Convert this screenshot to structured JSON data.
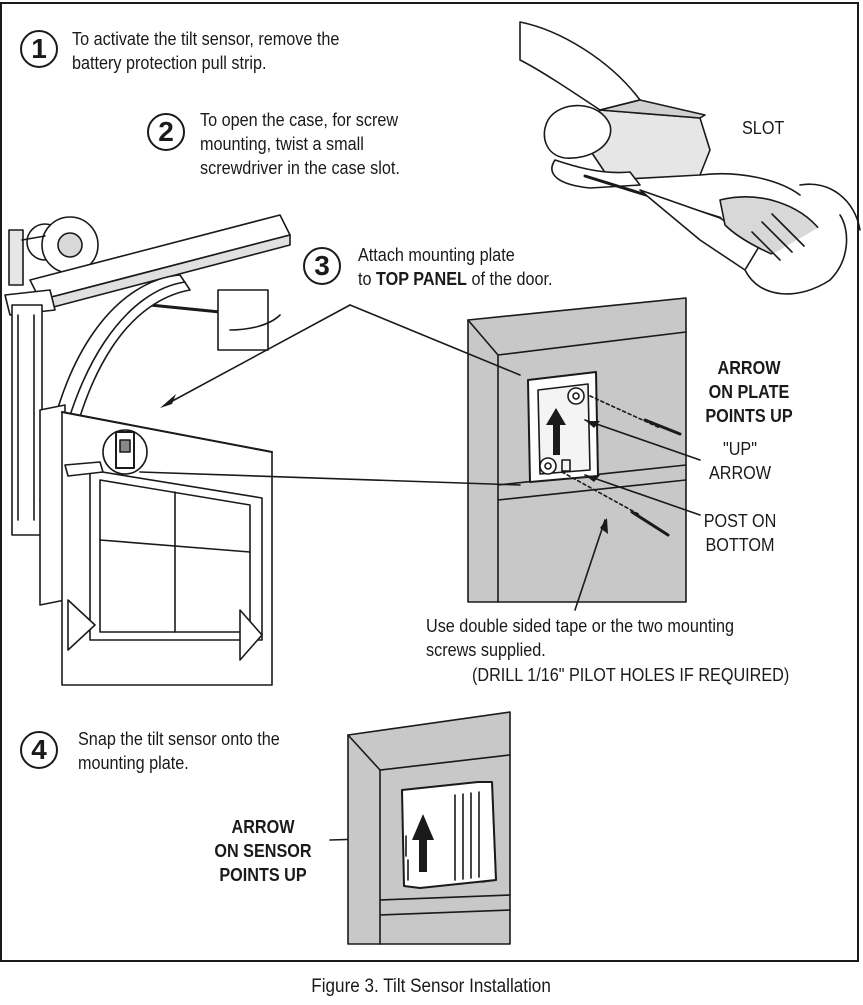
{
  "steps": [
    {
      "number": "1",
      "text": "To activate the tilt sensor, remove the\nbattery protection pull strip."
    },
    {
      "number": "2",
      "text": "To open the case, for screw\nmounting, twist a small\nscrewdriver in the case slot."
    },
    {
      "number": "3",
      "text_before": "Attach mounting plate\nto ",
      "text_bold": "TOP PANEL",
      "text_after": " of the door."
    },
    {
      "number": "4",
      "text": "Snap the tilt sensor onto the\nmounting plate."
    }
  ],
  "labels": {
    "slot": "SLOT",
    "arrow_on_plate": "ARROW\nON PLATE\nPOINTS UP",
    "up_arrow": "\"UP\"\nARROW",
    "post_on_bottom": "POST ON\nBOTTOM",
    "mounting_note": "Use double sided tape or the two mounting\nscrews supplied.",
    "drill_note": "(DRILL 1/16\" PILOT HOLES IF REQUIRED)",
    "arrow_on_sensor": "ARROW\nON SENSOR\nPOINTS UP"
  },
  "caption": "Figure 3. Tilt Sensor Installation",
  "colors": {
    "panel_gray": "#c8c8c8",
    "ink": "#1a1a1a",
    "light_gray": "#e6e6e6"
  }
}
